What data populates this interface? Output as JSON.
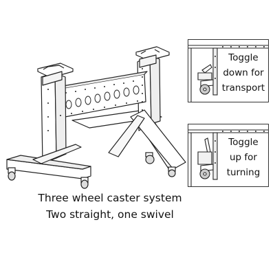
{
  "caption": {
    "line1": "Three wheel caster system",
    "line2": "Two straight, one swivel"
  },
  "insets": {
    "transport": {
      "lines": [
        "Toggle",
        "down for",
        "transport"
      ]
    },
    "turning": {
      "lines": [
        "Toggle",
        "up for",
        "turning"
      ]
    }
  },
  "colors": {
    "line": "#222222",
    "background": "#ffffff",
    "frame": "#333333"
  }
}
